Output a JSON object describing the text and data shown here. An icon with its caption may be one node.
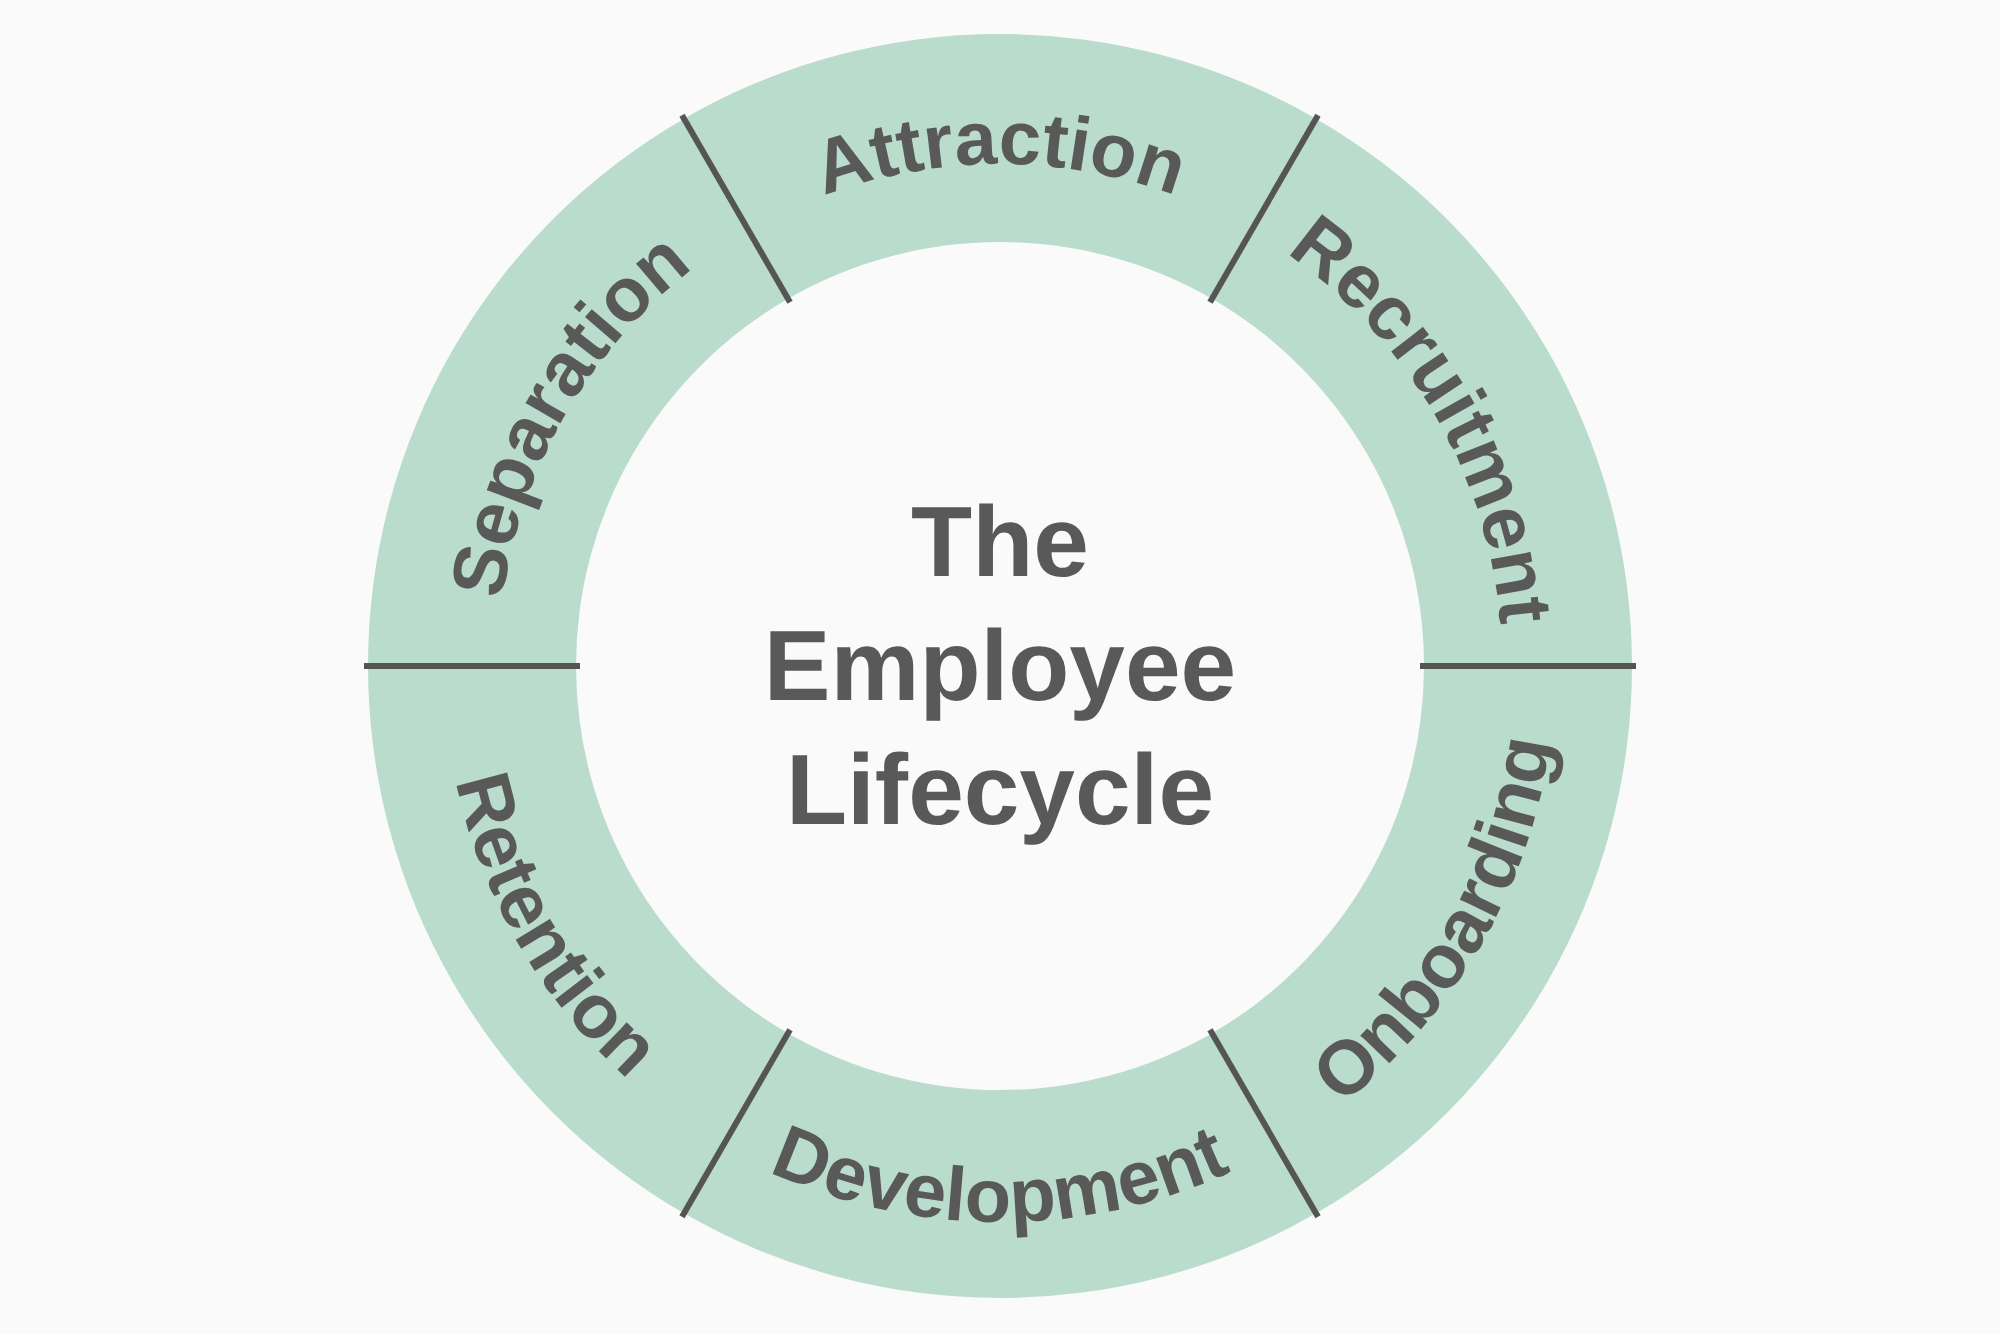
{
  "diagram": {
    "nodes": [
      {
        "text": [
          "Attraction"
        ]
      },
      {
        "text": [
          "Recruitment"
        ]
      },
      {
        "text": [
          "Onboarding"
        ]
      },
      {
        "text": [
          "Development"
        ]
      },
      {
        "text": [
          "Retention"
        ]
      },
      {
        "text": [
          "Separation"
        ]
      },
      {
        "text": [
          "The Employee Lifecycle"
        ]
      }
    ]
  }
}
